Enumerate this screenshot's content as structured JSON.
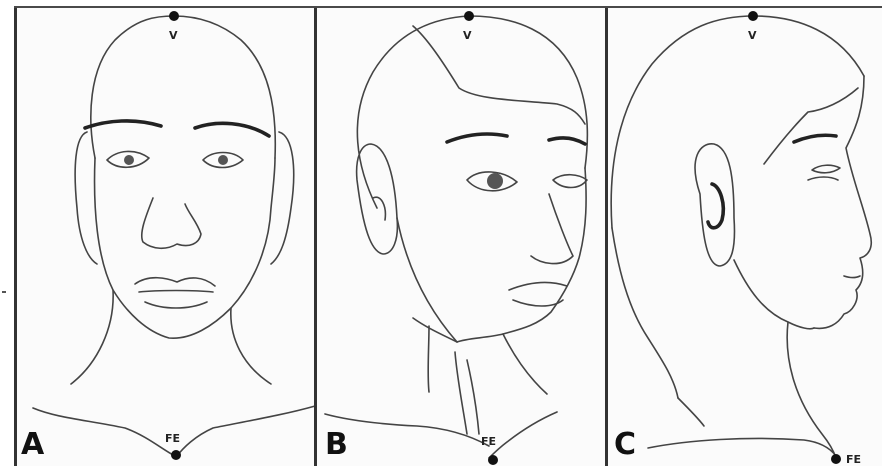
{
  "panels": [
    {
      "letter": "A",
      "top_point": "V",
      "bottom_point": "FE"
    },
    {
      "letter": "B",
      "top_point": "V",
      "bottom_point": "FE"
    },
    {
      "letter": "C",
      "top_point": "V",
      "bottom_point": "FE"
    }
  ]
}
